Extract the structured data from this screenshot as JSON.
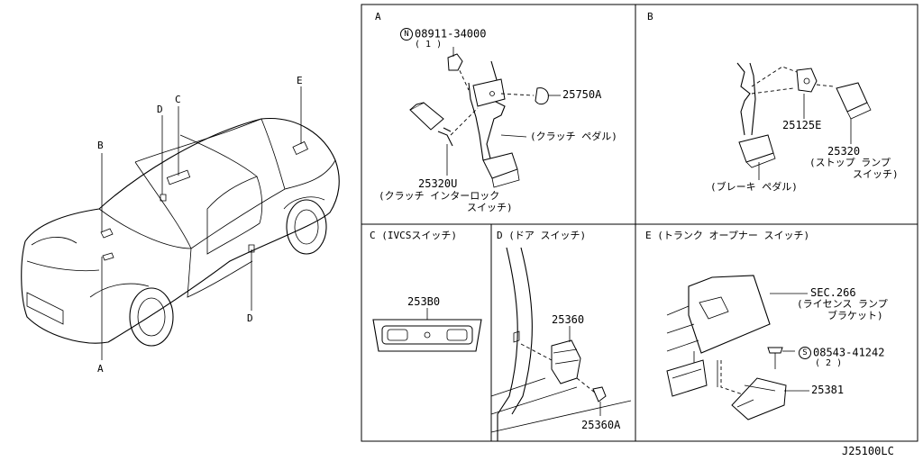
{
  "overview": {
    "callouts": [
      "A",
      "B",
      "C",
      "D",
      "D",
      "E"
    ]
  },
  "panel_a": {
    "title": "A",
    "bolt_symbol": "N",
    "bolt_part": "08911-34000",
    "bolt_qty": "( 1 )",
    "clip_part": "25750A",
    "pedal_label": "(クラッチ ペダル)",
    "switch_part": "25320U",
    "switch_name_1": "(クラッチ インターロック",
    "switch_name_2": "スイッチ)"
  },
  "panel_b": {
    "title": "B",
    "bracket_part": "25125E",
    "switch_part": "25320",
    "switch_name_1": "(ストップ ランプ",
    "switch_name_2": "スイッチ)",
    "pedal_label": "(ブレーキ ペダル)"
  },
  "panel_c": {
    "title": "C (IVCSスイッチ)",
    "part": "253B0"
  },
  "panel_d": {
    "title": "D (ドア スイッチ)",
    "switch_part": "25360",
    "bolt_part": "25360A"
  },
  "panel_e": {
    "title": "E (トランク オープナー スイッチ)",
    "sec_ref": "SEC.266",
    "sec_name_1": "(ライセンス ランプ",
    "sec_name_2": "ブラケット)",
    "screw_symbol": "S",
    "screw_part": "08543-41242",
    "screw_qty": "( 2 )",
    "switch_part": "25381"
  },
  "footer": {
    "diagram_code": "J25100LC"
  }
}
